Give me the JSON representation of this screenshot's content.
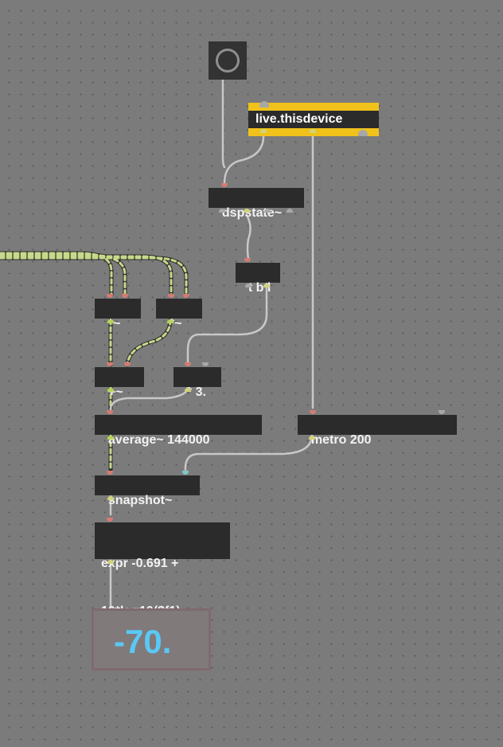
{
  "patch": {
    "toggle": {
      "icon": "ring-icon"
    },
    "objects": {
      "live_thisdevice": "live.thisdevice",
      "dspstate": "dspstate~",
      "tbl": "t b l",
      "mul1": "*~",
      "mul2": "*~",
      "add": "+~",
      "times3": "* 3.",
      "average": "average~ 144000",
      "metro": "metro 200",
      "snapshot": "snapshot~",
      "expr_line1": "expr -0.691 +",
      "expr_line2": "10*log10($f1)"
    },
    "number_display": {
      "value": "-70."
    }
  },
  "colors": {
    "background": "#7b7b7b",
    "object_fill": "#2b2b2b",
    "live_border": "#f1c21b",
    "number_value": "#5ac8f5",
    "signal_cord": "#c7d98a",
    "control_cord": "#c8c8c8"
  }
}
